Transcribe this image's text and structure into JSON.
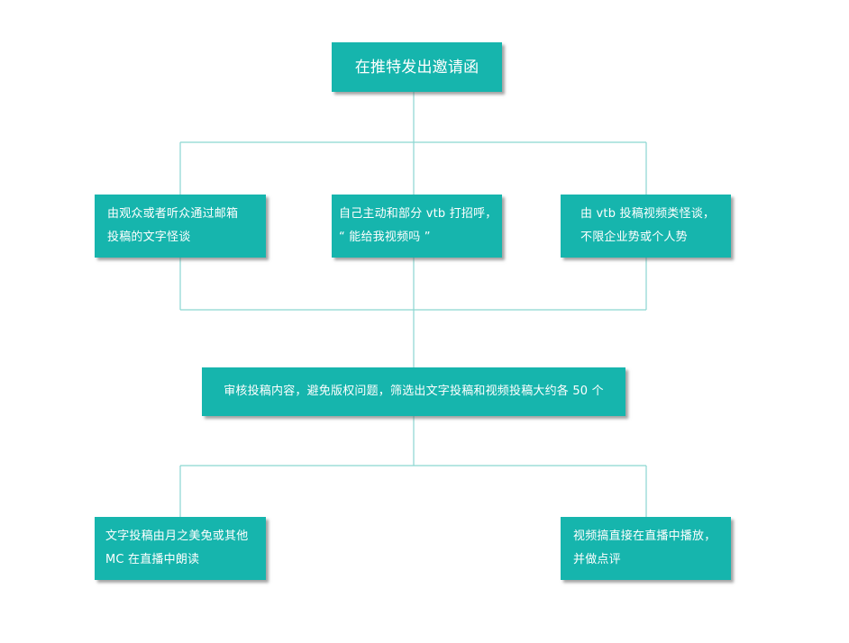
{
  "colors": {
    "node_fill": "#16b5ad",
    "node_text": "#ffffff",
    "connector": "#8ad6d1",
    "background": "#ffffff"
  },
  "nodes": {
    "root": "在推特发出邀请函",
    "source_1": "由观众或者听众通过邮箱\n投稿的文字怪谈",
    "source_2": "自己主动和部分 vtb 打招呼，\n“ 能给我视频吗 ”",
    "source_3": "由 vtb 投稿视频类怪谈，\n不限企业势或个人势",
    "review": "审核投稿内容，避免版权问题，筛选出文字投稿和视频投稿大约各 50 个",
    "output_1": "文字投稿由月之美兔或其他\nMC 在直播中朗读",
    "output_2": "视频搞直接在直播中播放，\n并做点评"
  }
}
